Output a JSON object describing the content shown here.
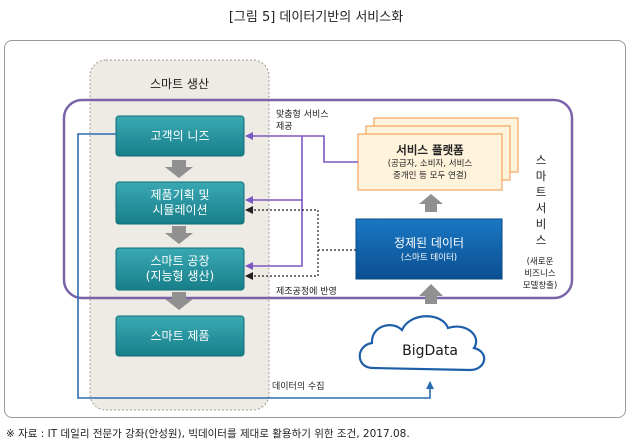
{
  "title": "[그림 5] 데이터기반의 서비스화",
  "smart_production": {
    "label": "스마트 생산",
    "steps": [
      "고객의 니즈",
      "제품기획 및",
      "시뮬레이션",
      "스마트 공장",
      "(지능형 생산)",
      "스마트 제품"
    ]
  },
  "smart_service": {
    "label_chars": [
      "스",
      "마",
      "트",
      "서",
      "비",
      "스"
    ],
    "note_lines": [
      "(새로운",
      "비즈니스",
      "모델창출)"
    ]
  },
  "service_platform": {
    "title": "서비스 플랫폼",
    "line1": "(공급자, 소비자, 서비스",
    "line2": "중개인 등 모두 연결)"
  },
  "refined_data": {
    "title": "정제된 데이터",
    "subtitle": "(스마트 데이터)"
  },
  "bigdata": {
    "label": "BigData"
  },
  "annotations": {
    "custom_service_line1": "맞춤형 서비스",
    "custom_service_line2": "제공",
    "manufacturing_reflect": "제조공정에 반영",
    "data_collection": "데이터의 수집"
  },
  "colors": {
    "process_box": "#1f8f9a",
    "data_box": "#1060a8",
    "platform_fill": "#fff3dc",
    "platform_border": "#f4a460",
    "service_border": "#7b63a8",
    "production_fill": "#eeeae4",
    "arrow_gray": "#909090",
    "arrow_blue": "#2b6cb0",
    "arrow_purple": "#7e57c2"
  },
  "source": "※ 자료 : IT 데일리 전문가 강좌(안성원), 빅데이터를 제대로 활용하기 위한 조건, 2017.08."
}
